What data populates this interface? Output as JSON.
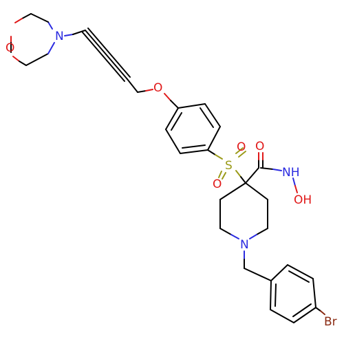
{
  "molecule": {
    "atom_labels": {
      "morpholine_o": "O",
      "morpholine_n": "N",
      "ether_o": "O",
      "sulfonyl_s": "S",
      "sulfonyl_o1": "O",
      "sulfonyl_o2": "O",
      "carbonyl_o": "O",
      "amide_nh": "NH",
      "hydroxyl_oh": "OH",
      "piperidine_n": "N",
      "bromine": "Br"
    }
  },
  "colors": {
    "carbon_bond": "#000000",
    "nitrogen": "#2a2ae0",
    "oxygen": "#e01818",
    "sulfur": "#9a9a18",
    "bromine": "#8a2a12",
    "background": "#ffffff"
  }
}
